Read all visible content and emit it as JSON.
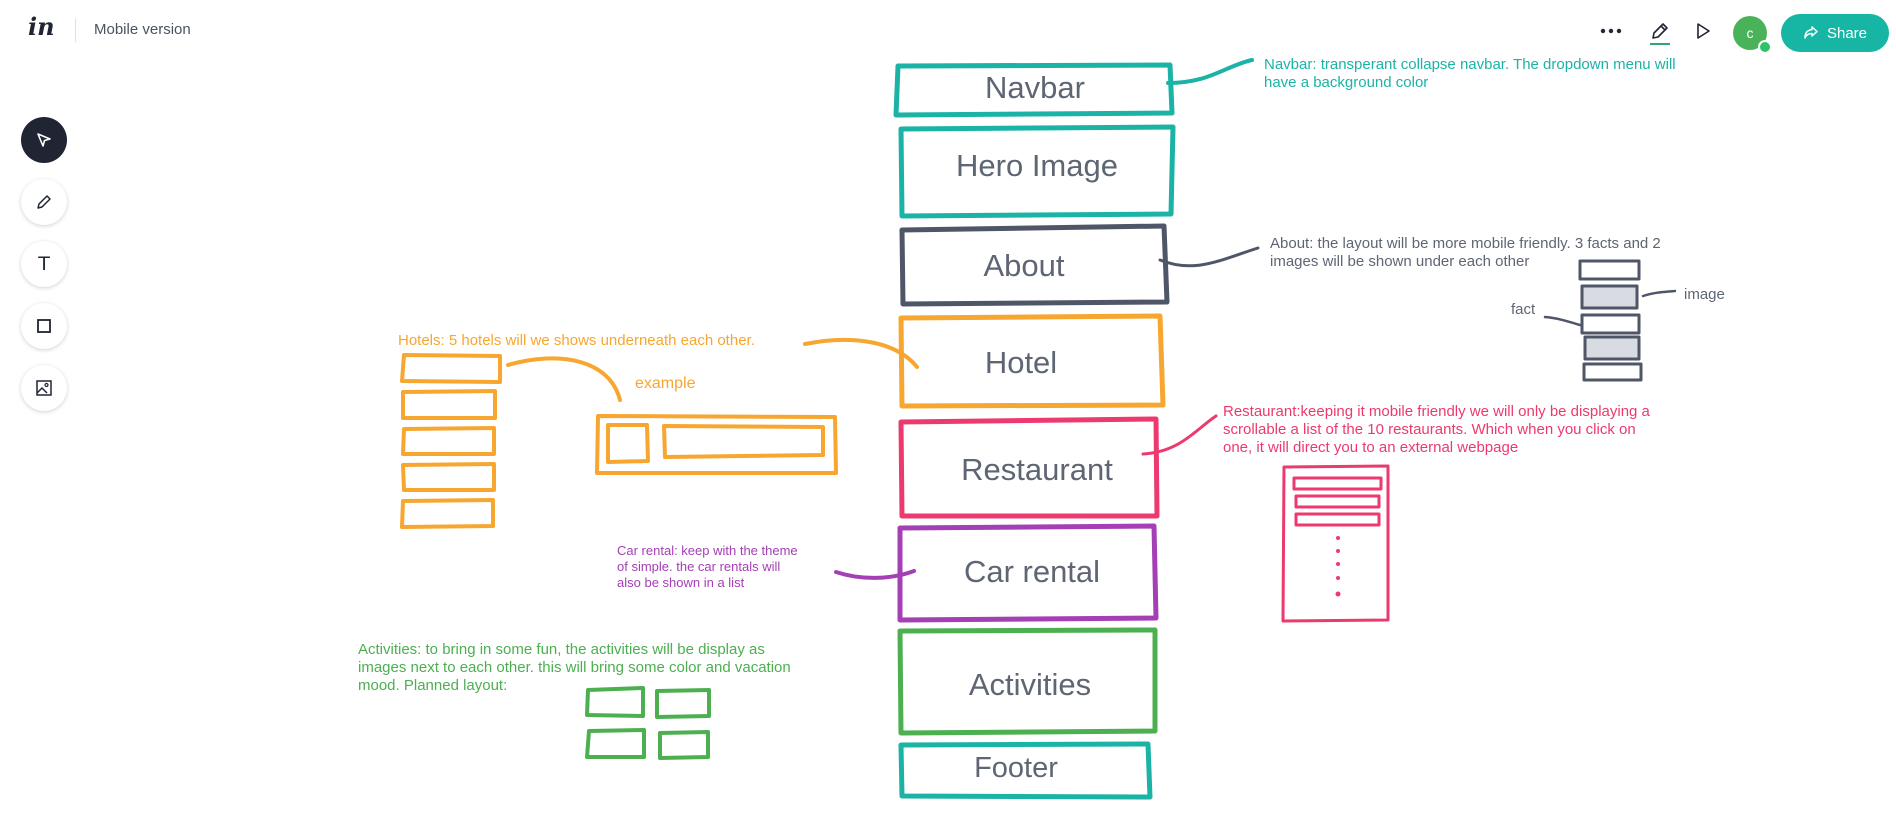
{
  "header": {
    "logo": "in",
    "title": "Mobile version",
    "more_icon": "more-icon",
    "avatar_initial": "c",
    "share_label": "Share"
  },
  "toolbar": {
    "tools": [
      "select-icon",
      "pen-icon",
      "text-icon",
      "rectangle-icon",
      "image-icon"
    ],
    "text_glyph": "T"
  },
  "colors": {
    "teal": "#1bb3a6",
    "slate": "#4f5667",
    "orange": "#f7a630",
    "pink": "#ec3a6e",
    "purple": "#a43fb5",
    "green": "#4caf50",
    "share": "#16b5a4"
  },
  "wireframe": {
    "navbar": "Navbar",
    "hero": "Hero Image",
    "about": "About",
    "hotel": "Hotel",
    "restaurant": "Restaurant",
    "car_rental": "Car rental",
    "activities": "Activities",
    "footer": "Footer"
  },
  "notes": {
    "navbar_line1": "Navbar: transperant collapse navbar. The dropdown menu will",
    "navbar_line2": "have a background color",
    "about_line1": "About: the layout will be more mobile friendly. 3 facts and 2",
    "about_line2": "images will be shown under each other",
    "about_image_label": "image",
    "about_fact_label": "fact",
    "hotels": "Hotels: 5 hotels will we shows underneath each other.",
    "example": "example",
    "restaurant_line1": "Restaurant:keeping it mobile friendly we will only be displaying a",
    "restaurant_line2": "scrollable a list of the 10 restaurants. Which when you click on",
    "restaurant_line3": "one, it will direct you to an external webpage",
    "car_line1": "Car rental: keep with the theme",
    "car_line2": "of simple. the car rentals will",
    "car_line3": "also be shown in a list",
    "activities_line1": "Activities: to bring in some fun, the activities will be display as",
    "activities_line2": "images next to each other. this will bring some color and vacation",
    "activities_line3": "mood. Planned layout:"
  }
}
